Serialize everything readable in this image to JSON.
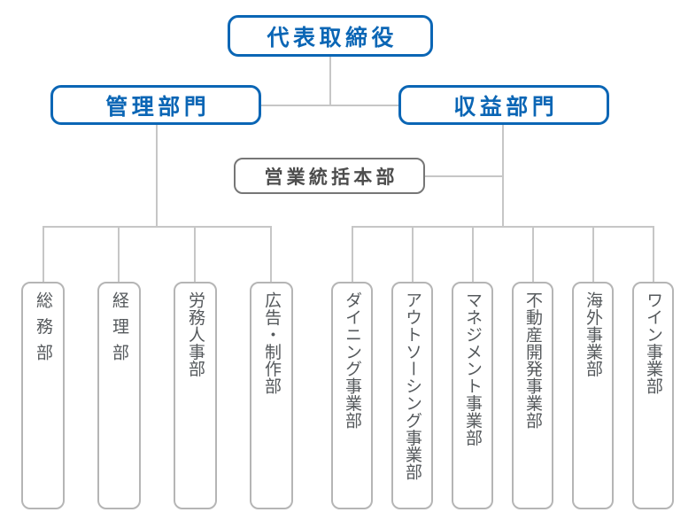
{
  "diagram": {
    "title_node": {
      "label": "代表取締役"
    },
    "divisions": [
      {
        "id": "admin",
        "label": "管理部門"
      },
      {
        "id": "revenue",
        "label": "収益部門"
      }
    ],
    "sub_headquarters": {
      "label": "営業統括本部"
    },
    "admin_departments": [
      {
        "label": "総務部",
        "spacing": "spaced"
      },
      {
        "label": "経理部",
        "spacing": "spaced"
      },
      {
        "label": "労務人事部",
        "spacing": "tight"
      },
      {
        "label": "広告・制作部",
        "spacing": "tight"
      }
    ],
    "revenue_departments": [
      {
        "label": "ダイニング事業部",
        "spacing": "tight"
      },
      {
        "label": "アウトソーシング事業部",
        "spacing": "tight"
      },
      {
        "label": "マネジメント事業部",
        "spacing": "tight"
      },
      {
        "label": "不動産開発事業部",
        "spacing": "tight"
      },
      {
        "label": "海外事業部",
        "spacing": "tight"
      },
      {
        "label": "ワイン事業部",
        "spacing": "tight"
      }
    ],
    "colors": {
      "accent_blue": "#0b66b5",
      "mid_gray": "#767676",
      "leaf_gray": "#b5b5b5",
      "connector_gray": "#c6c6c6",
      "leaf_text": "#55595c",
      "mid_text": "#4d4d4d",
      "background": "#ffffff"
    }
  }
}
